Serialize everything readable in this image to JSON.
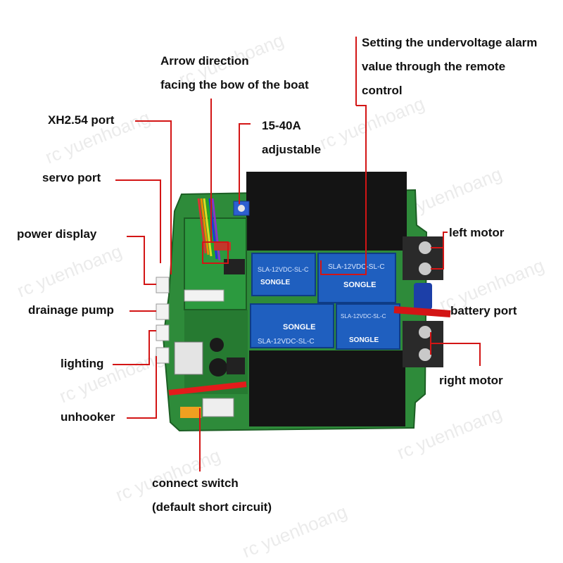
{
  "labels": {
    "arrow_direction_1": "Arrow direction",
    "arrow_direction_2": "facing the bow of the boat",
    "undervoltage_1": "Setting the undervoltage alarm",
    "undervoltage_2": "value through the remote",
    "undervoltage_3": "control",
    "xh254_port": "XH2.54 port",
    "current_1": "15-40A",
    "current_2": "adjustable",
    "servo_port": "servo port",
    "power_display": "power display",
    "drainage_pump": "drainage pump",
    "lighting": "lighting",
    "unhooker": "unhooker",
    "left_motor": "left motor",
    "battery_port": "battery port",
    "right_motor": "right motor",
    "connect_switch_1": "connect switch",
    "connect_switch_2": "(default short circuit)"
  },
  "relays": [
    {
      "line1": "SLA-12VDC-SL-C",
      "line2": "SONGLE"
    },
    {
      "line1": "SLA-12VDC-SL-C",
      "line2": "SONGLE"
    },
    {
      "line1": "SLA-12VDC-SL-C",
      "line2": "SONGLE"
    },
    {
      "line1": "SLA-12VDC-SL-C",
      "line2": "SONGLE"
    }
  ],
  "watermark": "rc yuenhoang",
  "colors": {
    "pcb": "#2e8b3a",
    "relay": "#1f5fbf",
    "heatsink": "#111111",
    "leader_line": "#d31515",
    "text": "#111111"
  }
}
